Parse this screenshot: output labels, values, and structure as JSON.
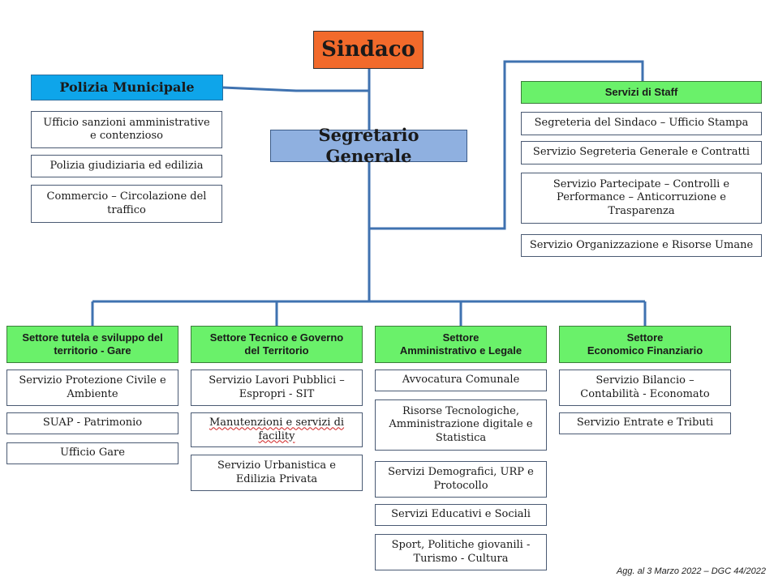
{
  "top": {
    "sindaco": "Sindaco",
    "segretario": "Segretario Generale"
  },
  "polizia": {
    "title": "Polizia Municipale",
    "items": [
      "Ufficio sanzioni amministrative\ne contenzioso",
      "Polizia giudiziaria ed edilizia",
      "Commercio – Circolazione del\ntraffico"
    ]
  },
  "staff": {
    "title": "Servizi di Staff",
    "items": [
      "Segreteria del Sindaco – Ufficio Stampa",
      "Servizio Segreteria Generale e Contratti",
      "Servizio Partecipate – Controlli e\nPerformance – Anticorruzione e\nTrasparenza",
      "Servizio Organizzazione e Risorse Umane"
    ]
  },
  "settori": [
    {
      "title": "Settore tutela e sviluppo del\nterritorio - Gare",
      "items": [
        "Servizio Protezione Civile e\nAmbiente",
        "SUAP - Patrimonio",
        "Ufficio Gare"
      ]
    },
    {
      "title": "Settore Tecnico e Governo\ndel Territorio",
      "items": [
        "Servizio Lavori Pubblici –\nEspropri - SIT",
        "Manutenzioni e servizi di\nfacility",
        "Servizio Urbanistica e\nEdilizia Privata"
      ]
    },
    {
      "title": "Settore\nAmministrativo e Legale",
      "items": [
        "Avvocatura Comunale",
        "Risorse Tecnologiche,\nAmministrazione digitale e\nStatistica",
        "Servizi Demografici, URP e\nProtocollo",
        "Servizi Educativi e Sociali",
        "Sport, Politiche giovanili -\nTurismo - Cultura"
      ]
    },
    {
      "title": "Settore\nEconomico Finanziario",
      "items": [
        "Servizio Bilancio –\nContabilità - Economato",
        "Servizio Entrate e Tributi"
      ]
    }
  ],
  "footer": "Agg. al 3 Marzo 2022 – DGC 44/2022",
  "colors": {
    "sindaco": "#f26a2b",
    "segretario": "#8fb0e0",
    "polizia": "#0ea5ea",
    "settore": "#6af16a",
    "connector": "#3f72b0"
  }
}
